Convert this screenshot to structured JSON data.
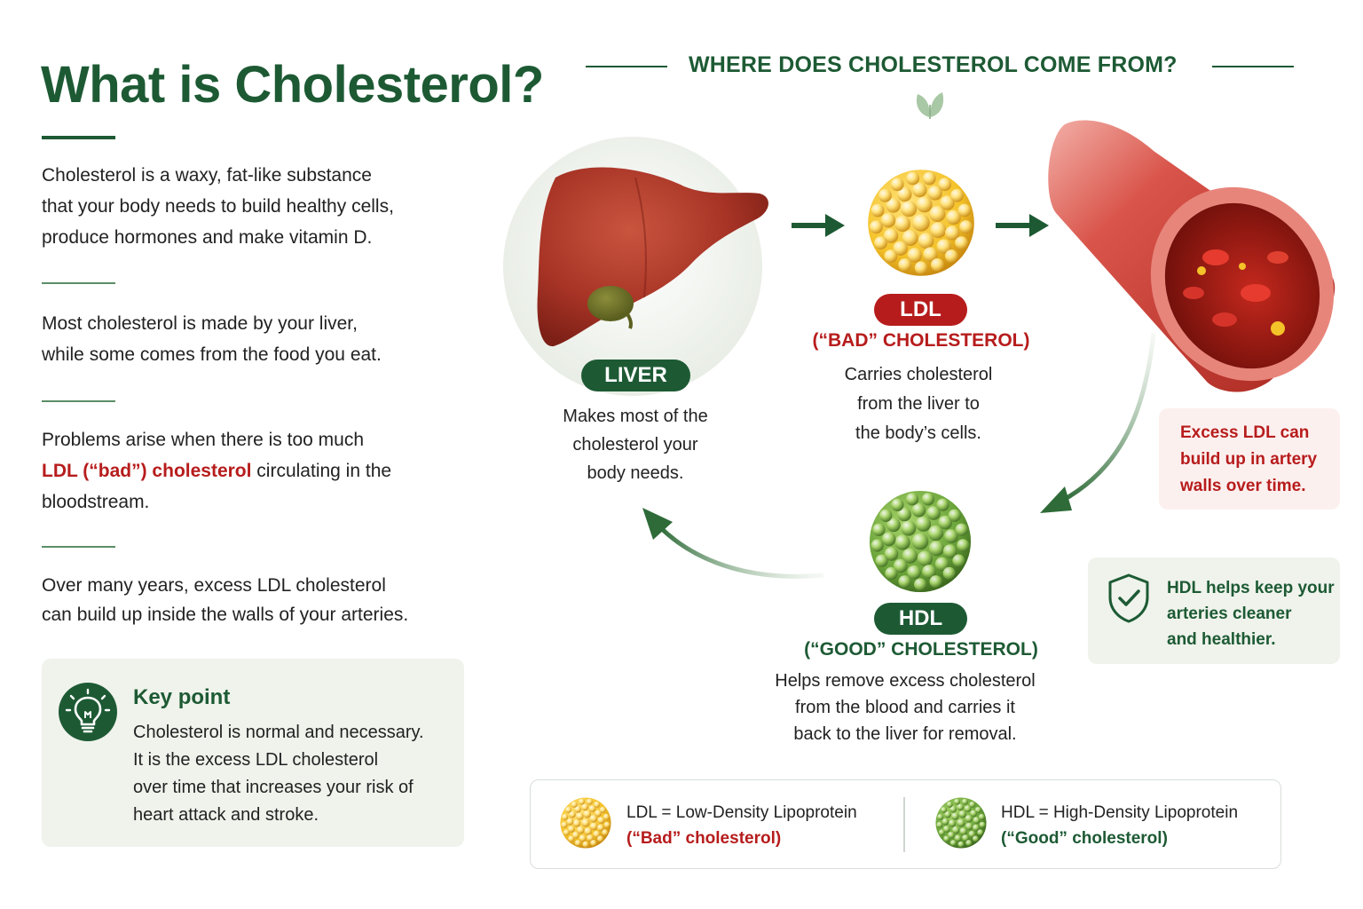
{
  "title": "What is Cholesterol?",
  "intro": {
    "p1": [
      "Cholesterol is a waxy, fat-like substance",
      "that your body needs to build healthy cells,",
      "produce hormones and make vitamin D."
    ],
    "p2": [
      "Most cholesterol is made by your liver,",
      "while some comes from the food you eat."
    ],
    "p3": {
      "line1": "Problems arise when there is too much",
      "highlight": "LDL (“bad”) cholesterol",
      "line2_rest": " circulating in the",
      "line3": "bloodstream."
    },
    "p4": [
      "Over many years, excess LDL cholesterol",
      "can build up inside the walls of your arteries."
    ]
  },
  "key_point": {
    "title": "Key point",
    "lines": [
      "Cholesterol is normal and necessary.",
      "It is the excess LDL cholesterol",
      "over time that increases your risk of",
      "heart attack and stroke."
    ],
    "icon": "lightbulb-icon"
  },
  "section_title": "WHERE DOES CHOLESTEROL COME FROM?",
  "liver": {
    "label": "LIVER",
    "desc": [
      "Makes most of the",
      "cholesterol your",
      "body needs."
    ]
  },
  "ldl": {
    "label": "LDL",
    "sub": "(“BAD” CHOLESTEROL)",
    "desc": [
      "Carries cholesterol",
      "from the liver to",
      "the body’s cells."
    ]
  },
  "hdl": {
    "label": "HDL",
    "sub": "(“GOOD” CHOLESTEROL)",
    "desc": [
      "Helps remove excess cholesterol",
      "from the blood and carries it",
      "back to the liver for removal."
    ]
  },
  "artery_note": [
    "Excess LDL can",
    "build up in artery",
    "walls over time."
  ],
  "hdl_note": [
    "HDL helps keep your",
    "arteries cleaner",
    "and healthier."
  ],
  "legend": {
    "ldl_main": "LDL = Low-Density Lipoprotein",
    "ldl_sub": "(“Bad” cholesterol)",
    "hdl_main": "HDL = High-Density Lipoprotein",
    "hdl_sub": "(“Good” cholesterol)"
  },
  "colors": {
    "brand_green": "#1d5a34",
    "bad_red": "#b71c1c",
    "ldl_yellow": "#f4c229",
    "hdl_green": "#6aa43a"
  }
}
